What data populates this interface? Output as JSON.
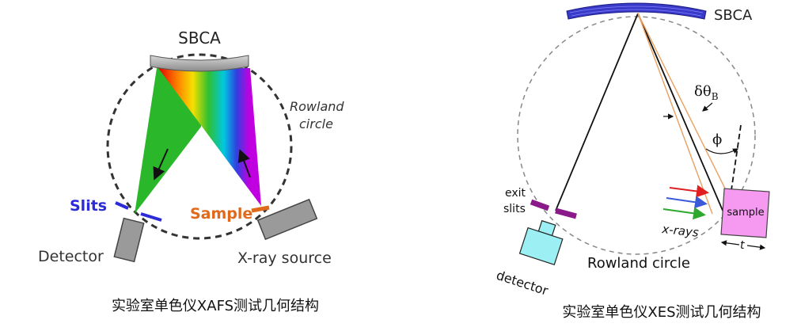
{
  "left_panel": {
    "sbca_label": "SBCA",
    "rowland_label_line1": "Rowland",
    "rowland_label_line2": "circle",
    "slits_label": "Slits",
    "sample_label": "Sample",
    "detector_label": "Detector",
    "xray_source_label": "X-ray source",
    "caption": "实验室单色仪XAFS测试几何结构"
  },
  "right_panel": {
    "sbca_label": "SBCA",
    "delta_theta_label": "δθ",
    "delta_theta_sub": "B",
    "phi_label": "ϕ",
    "exit_slits_line1": "exit",
    "exit_slits_line2": "slits",
    "detector_label": "detector",
    "sample_label": "sample",
    "xrays_label": "x-rays",
    "t_label": "t",
    "rowland_label": "Rowland circle",
    "caption": "实验室单色仪XES测试几何结构"
  },
  "colors": {
    "slits_blue": "#2b2bd8",
    "sample_orange": "#e06a1c",
    "sbca_right_blue": "#3a3ac8",
    "sample_pink": "#f59af0",
    "slit_purple": "#8a1a8a",
    "detector_cyan": "#9cf0f4",
    "arrow_red": "#e02020",
    "arrow_blue": "#3a5ad8",
    "arrow_green": "#2ea82e",
    "beam_orange": "#e8a060"
  }
}
